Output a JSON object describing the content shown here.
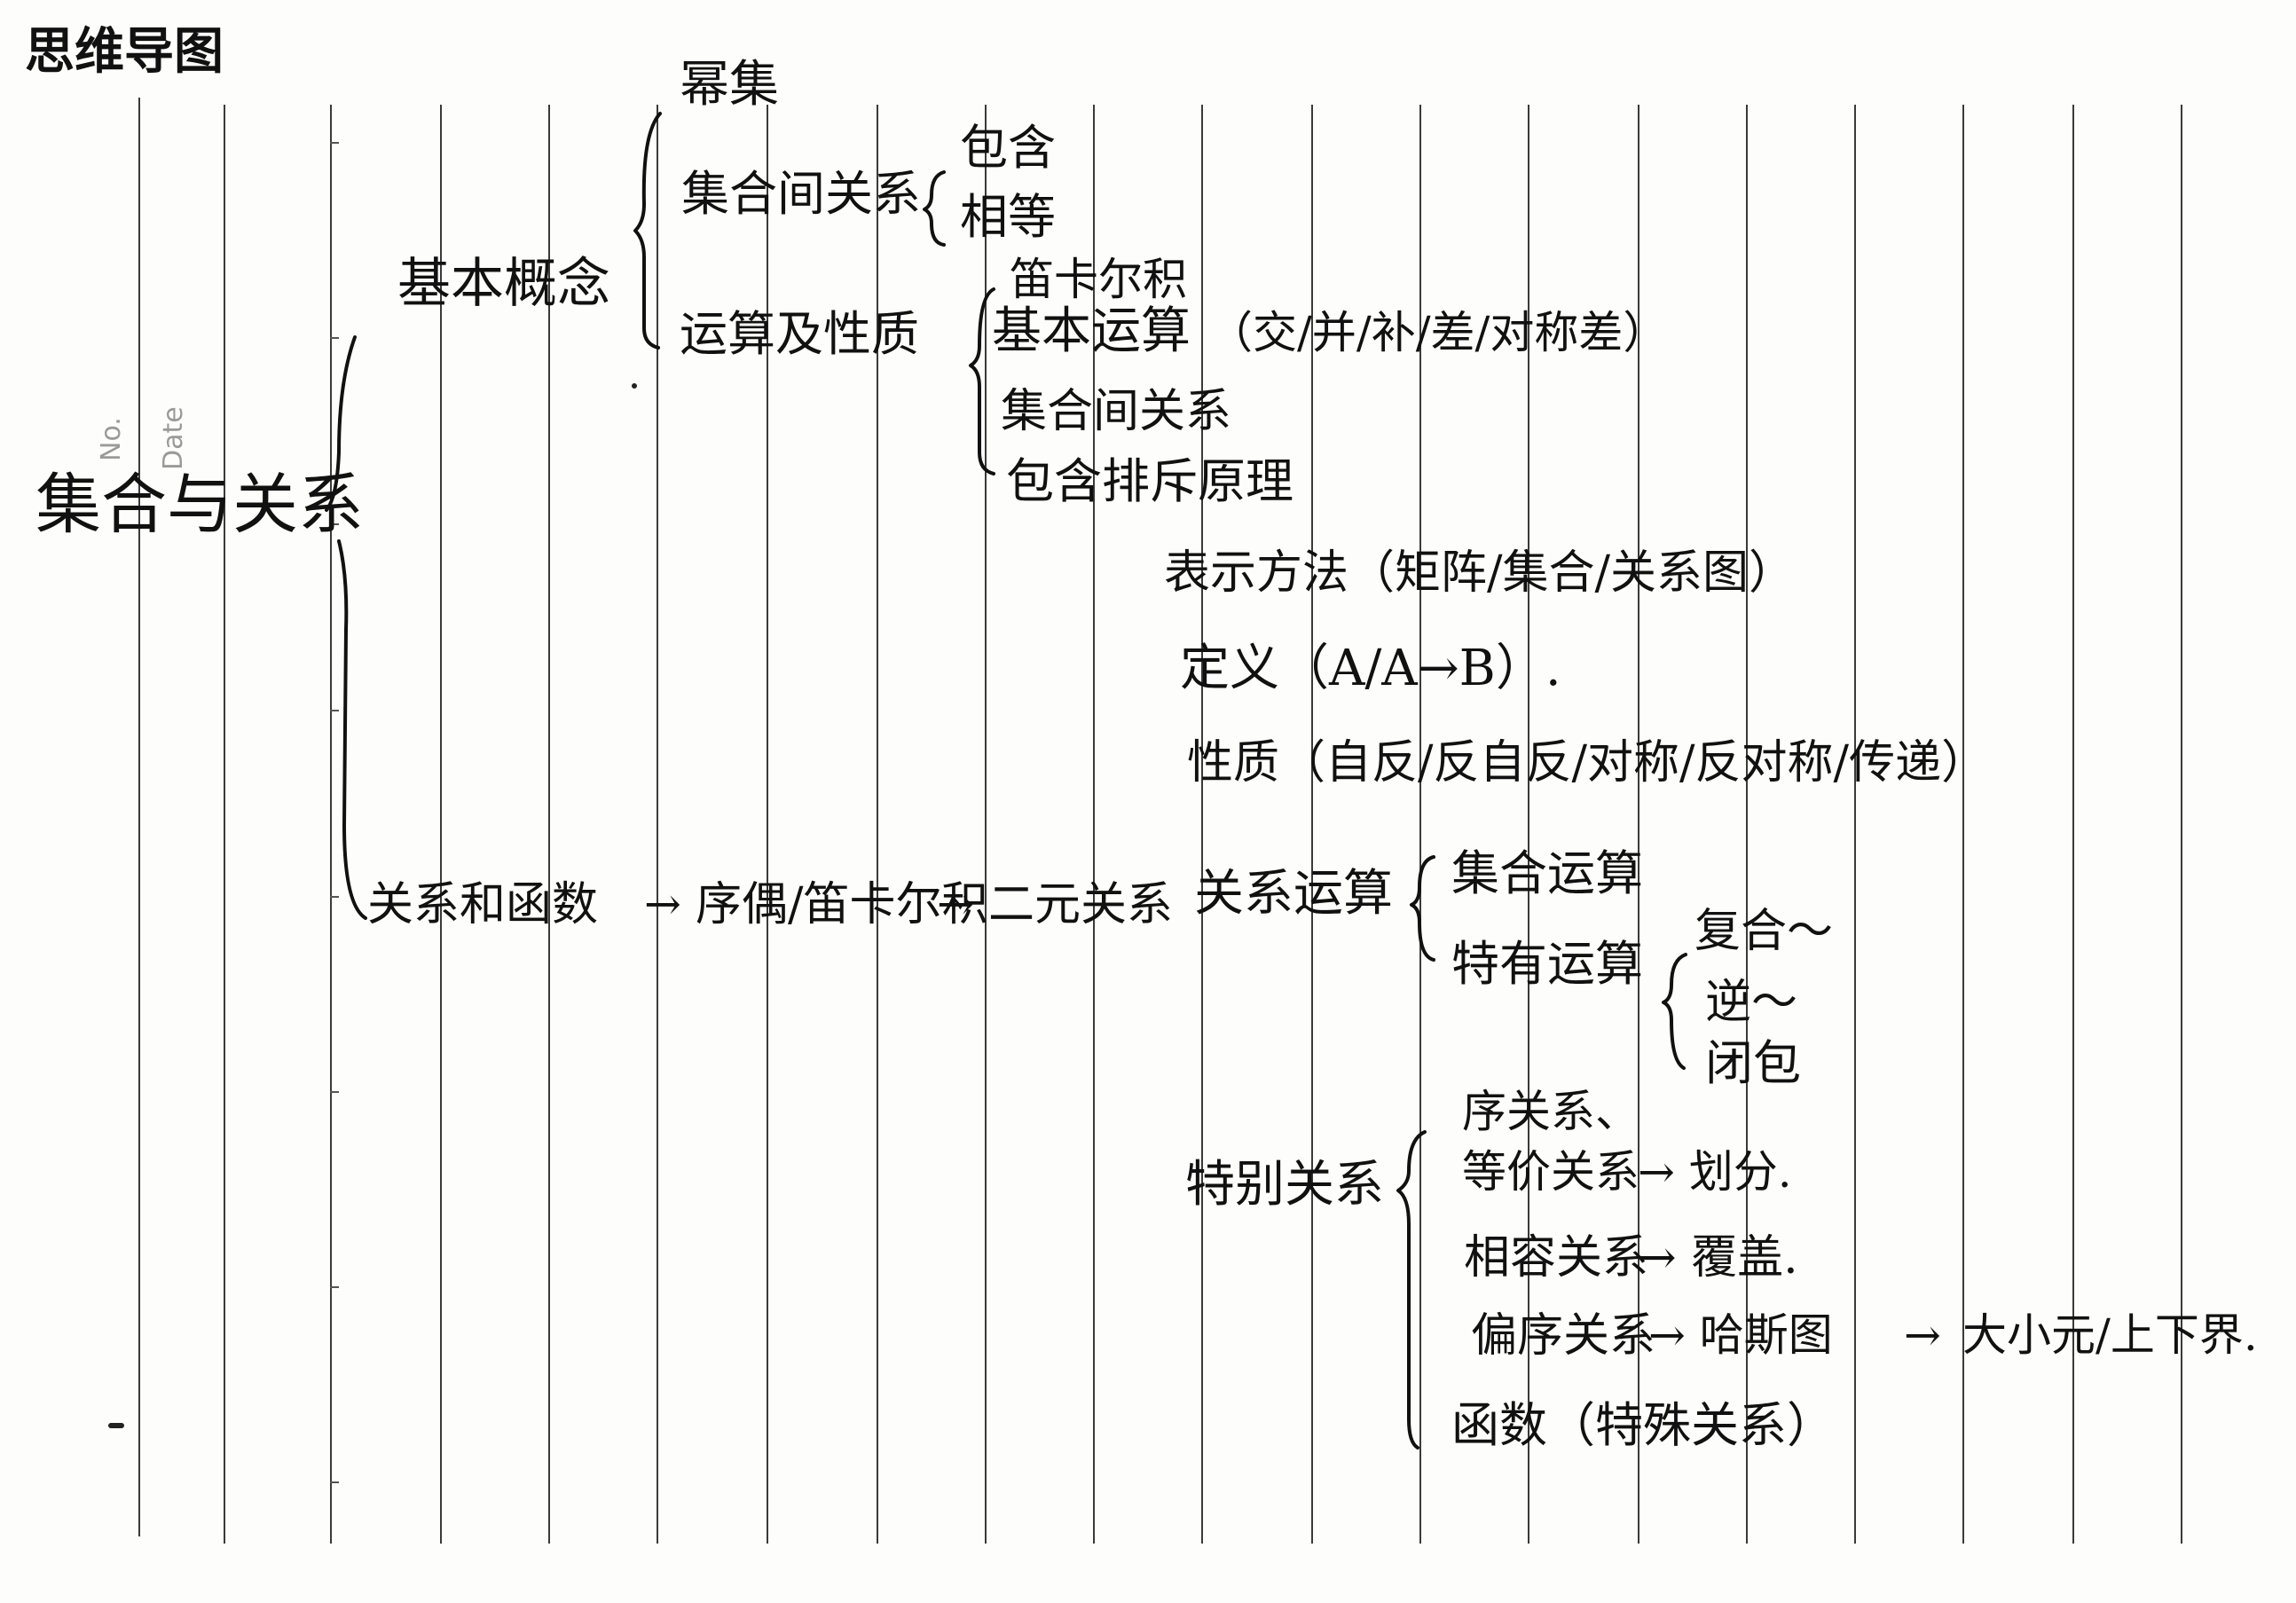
{
  "page_title": "思维导图",
  "paper_faint_labels": {
    "no": "No.",
    "date": "Date"
  },
  "root": "集合与关系",
  "sets": {
    "label": "基本概念",
    "power_set": "幂集",
    "relation_between_sets": "集合间关系",
    "inclusion": "包含",
    "equality": "相等",
    "operations_and_properties": "运算及性质",
    "cartesian_product": "笛卡尔积",
    "basic_operations": "基本运算",
    "basic_operations_detail": "（交/并/补/差/对称差）",
    "set_relations": "集合间关系",
    "inclusion_exclusion": "包含排斥原理"
  },
  "relations": {
    "label": "关系和函数",
    "chain_arrow_1": "→",
    "ordered_pair": "序偶/笛卡尔积",
    "chain_arrow_2": "→",
    "binary_relation": "二元关系",
    "representation": "表示方法（矩阵/集合/关系图）",
    "definition": "定义（A/A→B）.",
    "properties": "性质（自反/反自反/对称/反对称/传递）",
    "relation_operations": "关系运算",
    "set_operations": "集合运算",
    "special_operations": "特有运算",
    "composition": "复合～",
    "inverse": "逆～",
    "closure": "闭包",
    "special_relations": "特别关系",
    "order_relation": "序关系、",
    "equivalence_relation": "等价关系",
    "equivalence_result": "→ 划分.",
    "compatible_relation": "相容关系",
    "compatible_result": "→ 覆盖.",
    "partial_order": "偏序关系",
    "hasse_arrow": "→ 哈斯图",
    "bounds_arrow": "→",
    "bounds": "大小元/上下界.",
    "function": "函数（特殊关系）"
  }
}
